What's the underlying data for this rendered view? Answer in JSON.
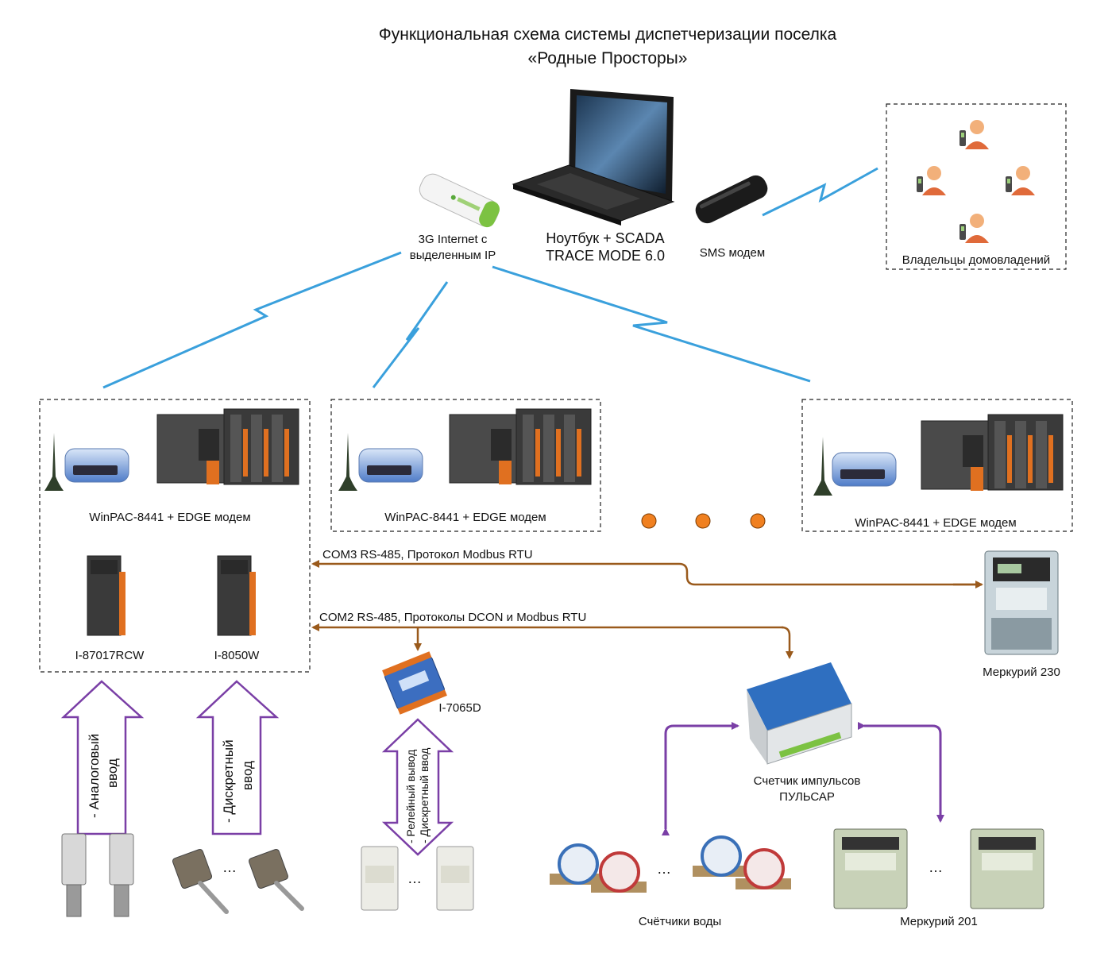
{
  "title": {
    "line1": "Функциональная схема системы диспетчеризации поселка",
    "line2": "«Родные Просторы»"
  },
  "top": {
    "modem3g_label_1": "3G Internet с",
    "modem3g_label_2": "выделенным IP",
    "laptop_label_1": "Ноутбук + SCADA",
    "laptop_label_2": "TRACE MODE 6.0",
    "sms_label": "SMS модем",
    "owners_label": "Владельцы домовладений"
  },
  "stations": {
    "left_label": "WinPAC-8441 + EDGE модем",
    "middle_label": "WinPAC-8441 + EDGE модем",
    "right_label": "WinPAC-8441 + EDGE модем",
    "module1_label": "I-87017RCW",
    "module2_label": "I-8050W"
  },
  "buses": {
    "com3_label": "COM3 RS-485, Протокол Modbus RTU",
    "com2_label": "COM2 RS-485, Протоколы DCON и Modbus RTU"
  },
  "devices": {
    "i7065d_label": "I-7065D",
    "mercury230_label": "Меркурий 230",
    "pulsar_label_1": "Счетчик импульсов",
    "pulsar_label_2": "ПУЛЬСАР",
    "water_label": "Счётчики воды",
    "mercury201_label": "Меркурий 201"
  },
  "arrows": {
    "analog_1": "- Аналоговый",
    "analog_2": "ввод",
    "discrete_1": "- Дискретный",
    "discrete_2": "ввод",
    "relay_1": "- Релейный вывод",
    "relay_2": "- Дискретный ввод"
  },
  "ellipsis": "…",
  "colors": {
    "wireless": "#3aa0dc",
    "rs485": "#9a5a1c",
    "io_arrow": "#7a3fa6",
    "dots": "#f08020"
  }
}
